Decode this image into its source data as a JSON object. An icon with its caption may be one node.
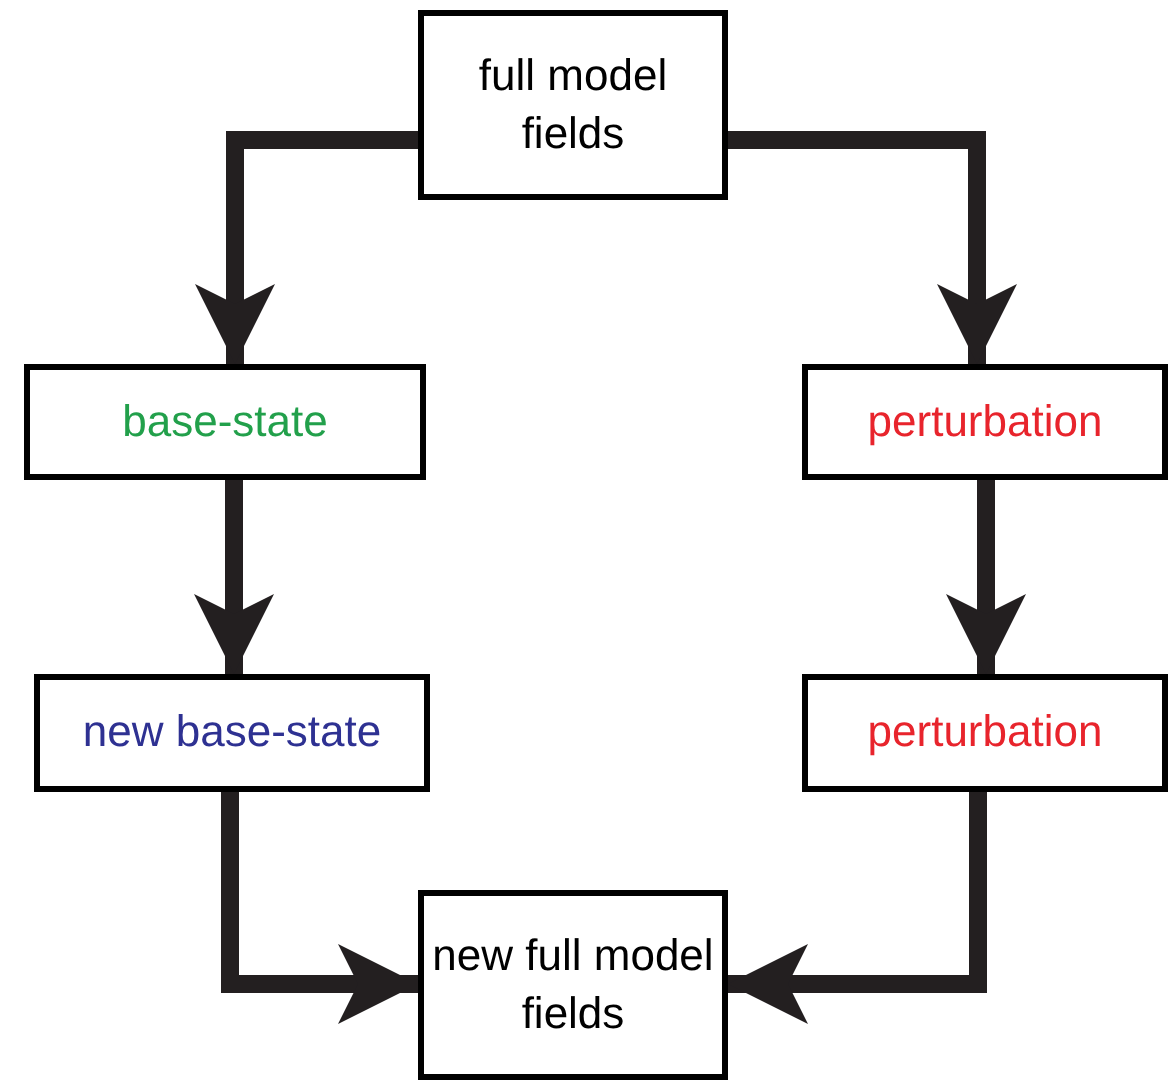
{
  "diagram": {
    "nodes": [
      {
        "text": [
          "full model fields"
        ]
      },
      {
        "text": [
          "base-state"
        ]
      },
      {
        "text": [
          "perturbation"
        ]
      },
      {
        "text": [
          "new base-state"
        ]
      },
      {
        "text": [
          "perturbation"
        ]
      },
      {
        "text": [
          "new full model fields"
        ]
      }
    ],
    "edges": [
      {
        "from": 0,
        "to": 1,
        "arrow": "to"
      },
      {
        "from": 0,
        "to": 2,
        "arrow": "to"
      },
      {
        "from": 1,
        "to": 3,
        "arrow": "to"
      },
      {
        "from": 2,
        "to": 4,
        "arrow": "to"
      },
      {
        "from": 3,
        "to": 5,
        "arrow": "to"
      },
      {
        "from": 4,
        "to": 5,
        "arrow": "to"
      }
    ]
  }
}
